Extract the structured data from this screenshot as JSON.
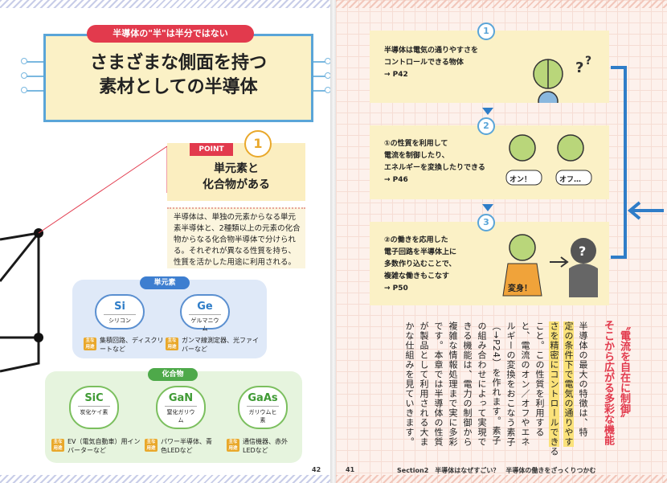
{
  "left": {
    "tag": "半導体の\"半\"は半分ではない",
    "title_line1": "さまざまな側面を持つ",
    "title_line2": "素材としての半導体",
    "point_label": "POINT",
    "point_num": "1",
    "point_title_line1": "単元素と",
    "point_title_line2": "化合物がある",
    "point_body": "半導体は、単独の元素からなる単元素半導体と、2種類以上の元素の化合物からなる化合物半導体で分けられる。それぞれが異なる性質を持ち、性質を活かした用途に利用される。",
    "group1_tag": "単元素",
    "group2_tag": "化合物",
    "use_badge": "主な用途",
    "elements": [
      {
        "sym": "Si",
        "name": "シリコン",
        "use": "集積回路、ディスクリートなど"
      },
      {
        "sym": "Ge",
        "name": "ゲルマニウム",
        "use": "ガンマ線測定器、光ファイバーなど"
      },
      {
        "sym": "SiC",
        "name": "炭化ケイ素",
        "use": "EV（電気自動車）用インバーターなど"
      },
      {
        "sym": "GaN",
        "name": "窒化ガリウム",
        "use": "パワー半導体、青色LEDなど"
      },
      {
        "sym": "GaAs",
        "name": "ガリウムヒ素",
        "use": "通信機器、赤外LEDなど"
      }
    ],
    "page_num": "42"
  },
  "right": {
    "steps": [
      {
        "num": "1",
        "l1": "半導体は電気の通りやすさを",
        "l2": "コントロールできる物体",
        "l3": "→ P42"
      },
      {
        "num": "2",
        "l1": "①の性質を利用して",
        "l2": "電流を制御したり、",
        "l3": "エネルギーを変換したりできる",
        "l4": "→ P46"
      },
      {
        "num": "3",
        "l1": "②の働きを応用した",
        "l2": "電子回路を半導体上に",
        "l3": "多数作り込むことで、",
        "l4": "複雑な働きもこなす",
        "l5": "→ P50"
      }
    ],
    "bubble_on": "オン！",
    "bubble_off": "オフ…",
    "bubble_henshin": "変身！",
    "vtitle_1": "〝電流を自在に制御〟",
    "vtitle_2": "そこから広がる多彩な機能",
    "body_1": "半導体の最大の特徴は、特",
    "body_2_hl": "定の条件下で電気の通りやす",
    "body_3_hl": "さを精密にコントロールでき",
    "body_3_rest": "る",
    "body_4": "こと。この性質を利用する",
    "body_5": "と、電流のオン／オフやエネ",
    "body_6": "ルギーの変換をおこなう素子",
    "body_7": "（→P24）を作れます。素子",
    "body_8": "の組み合わせによって実現で",
    "body_9": "きる機能は、電力の制御から",
    "body_10": "複雑な情報処理まで実に多彩",
    "body_11": "です。本章では半導体の性質",
    "body_12": "が製品として利用される大ま",
    "body_13": "かな仕組みを見ていきます。",
    "page_num": "41",
    "footer": "Section2　半導体はなぜすごい？　半導体の働きをざっくりつかむ"
  }
}
